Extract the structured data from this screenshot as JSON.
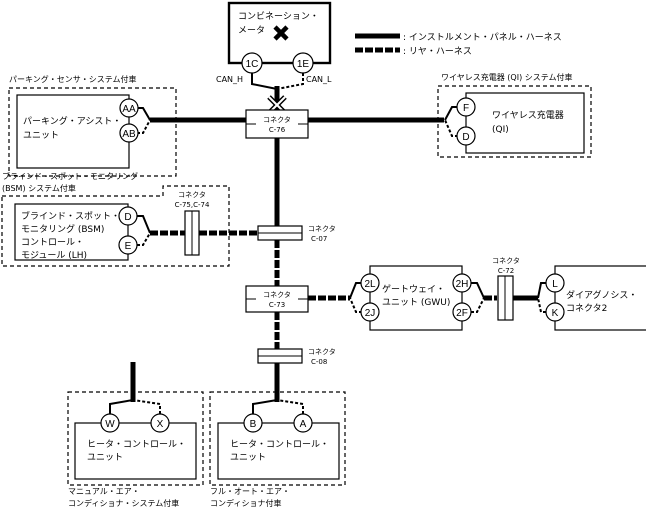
{
  "legend": {
    "solid_label": ": インストルメント・パネル・ハーネス",
    "dashed_label": ": リヤ・ハーネス"
  },
  "colors": {
    "line": "#000000",
    "background": "#ffffff"
  },
  "combination_meter": {
    "name_line1": "コンビネーション・",
    "name_line2": "メータ",
    "status_icon": "x-mark-icon",
    "pins": [
      "1C",
      "1E"
    ],
    "signals": [
      "CAN_H",
      "CAN_L"
    ]
  },
  "connectors": {
    "c76": {
      "line1": "コネクタ",
      "line2": "C-76"
    },
    "c07": {
      "line1": "コネクタ",
      "line2": "C-07"
    },
    "c73": {
      "line1": "コネクタ",
      "line2": "C-73"
    },
    "c08": {
      "line1": "コネクタ",
      "line2": "C-08"
    },
    "c75c74": {
      "line1": "コネクタ",
      "line2": "C-75,C-74"
    },
    "c72": {
      "line1": "コネクタ",
      "line2": "C-72"
    }
  },
  "parking": {
    "group_label": "パーキング・センサ・システム付車",
    "unit_line1": "パーキング・アシスト・",
    "unit_line2": "ユニット",
    "pins": [
      "AA",
      "AB"
    ]
  },
  "wireless": {
    "group_label": "ワイヤレス充電器 (QI) システム付車",
    "unit_line1": "ワイヤレス充電器",
    "unit_line2": "(QI)",
    "pins": [
      "F",
      "D"
    ]
  },
  "bsm": {
    "group_label_line1": "ブラインド・スポット・モニタリング",
    "group_label_line2": "(BSM) システム付車",
    "unit_line1": "ブラインド・スポット・",
    "unit_line2": "モニタリング (BSM)",
    "unit_line3": "コントロール・",
    "unit_line4": "モジュール (LH)",
    "pins": [
      "D",
      "E"
    ]
  },
  "gateway": {
    "unit_line1": "ゲートウェイ・",
    "unit_line2": "ユニット (GWU)",
    "pins_left": [
      "2L",
      "2J"
    ],
    "pins_right": [
      "2H",
      "2F"
    ]
  },
  "diag": {
    "unit_line1": "ダイアグノシス・",
    "unit_line2": "コネクタ2",
    "pins": [
      "L",
      "K"
    ]
  },
  "manual_ac": {
    "unit_line1": "ヒータ・コントロール・",
    "unit_line2": "ユニット",
    "pins": [
      "W",
      "X"
    ],
    "group_label_line1": "マニュアル・エア・",
    "group_label_line2": "コンディショナ・システム付車"
  },
  "auto_ac": {
    "unit_line1": "ヒータ・コントロール・",
    "unit_line2": "ユニット",
    "pins": [
      "B",
      "A"
    ],
    "group_label_line1": "フル・オート・エア・",
    "group_label_line2": "コンディショナ付車"
  }
}
